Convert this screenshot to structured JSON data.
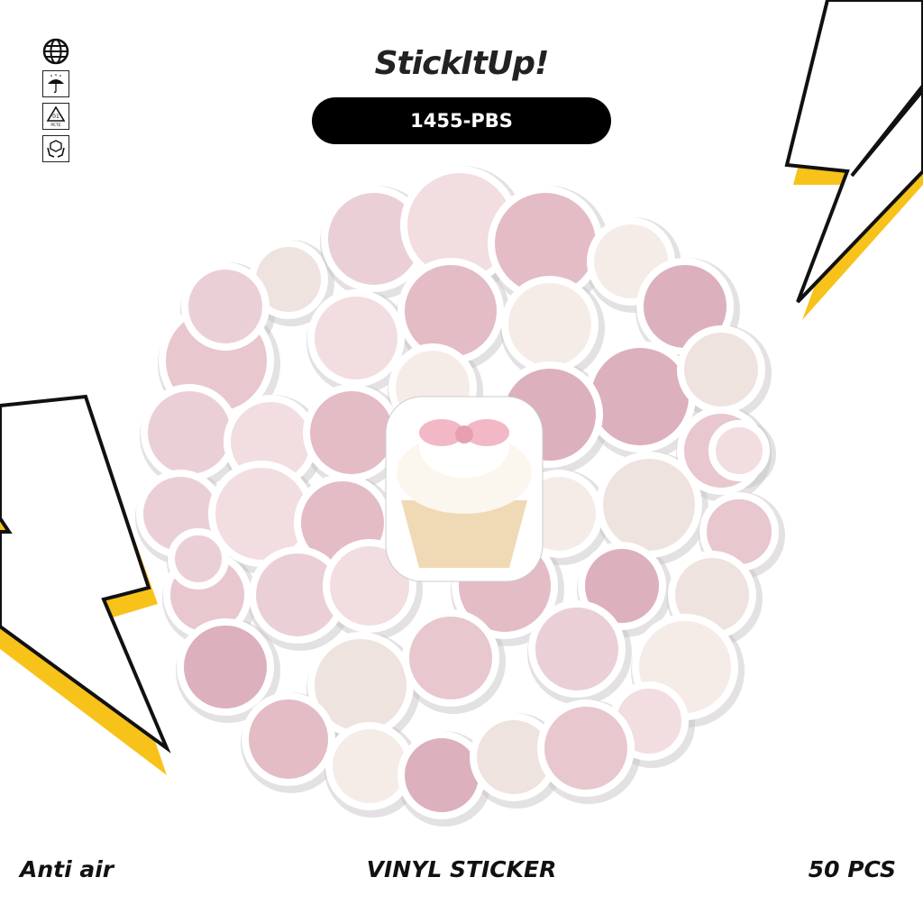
{
  "brand": {
    "logo_text": "StickItUp!"
  },
  "product_code": "1455-PBS",
  "side_icons": [
    "globe-icon",
    "keep-dry-umbrella-icon",
    "recycle-pete-01-icon",
    "handle-with-care-icon"
  ],
  "recycle_label": {
    "number": "01",
    "text": "PETE"
  },
  "footer": {
    "left": "Anti air",
    "center": "VINYL STICKER",
    "right": "50 PCS"
  },
  "colors": {
    "accent_yellow": "#f7c21a",
    "pill_bg": "#000000",
    "sticker_pink": "#e9c3cc"
  }
}
